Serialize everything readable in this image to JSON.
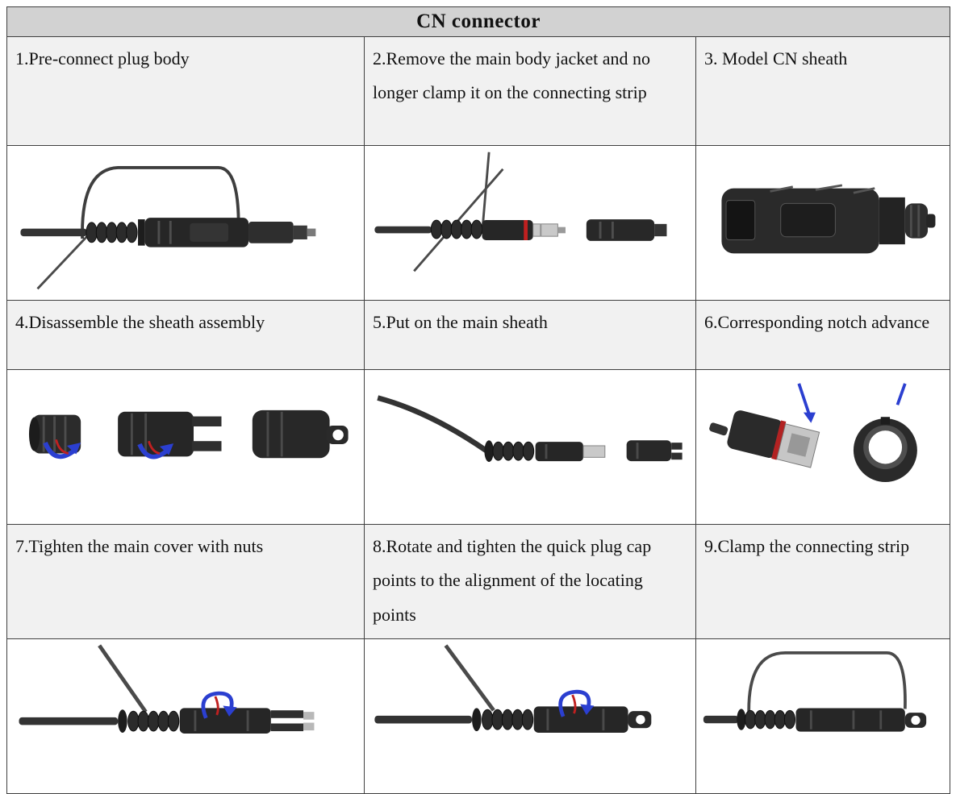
{
  "title": "CN connector",
  "steps": [
    "1.Pre-connect plug body",
    "2.Remove the main body jacket and no longer clamp it on the connecting strip",
    "3. Model CN sheath",
    "4.Disassemble the sheath assembly",
    "5.Put on the main sheath",
    "6.Corresponding notch advance",
    "7.Tighten the main cover with nuts",
    "8.Rotate and tighten the quick plug cap points to the alignment of the locating points",
    "9.Clamp the connecting strip"
  ],
  "illustrations": [
    "plug-body-with-bail-handle",
    "main-body-jacket-removed-from-connecting-strip",
    "model-cn-sheath",
    "sheath-assembly-disassembled-with-rotation-arrows",
    "main-sheath-being-fitted",
    "notch-alignment-with-arrow-marks",
    "main-cover-tightened-with-nuts-rotation-arrow",
    "quick-plug-cap-rotated-to-locating-points",
    "connecting-strip-clamped-with-bail-handle"
  ],
  "colors": {
    "header_bg": "#d2d2d2",
    "step_row_bg": "#f1f1f1",
    "table_border": "#3f3f3f",
    "connector_body": "#262626",
    "accent_blue": "#2b3fd0",
    "accent_red": "#c02020"
  }
}
